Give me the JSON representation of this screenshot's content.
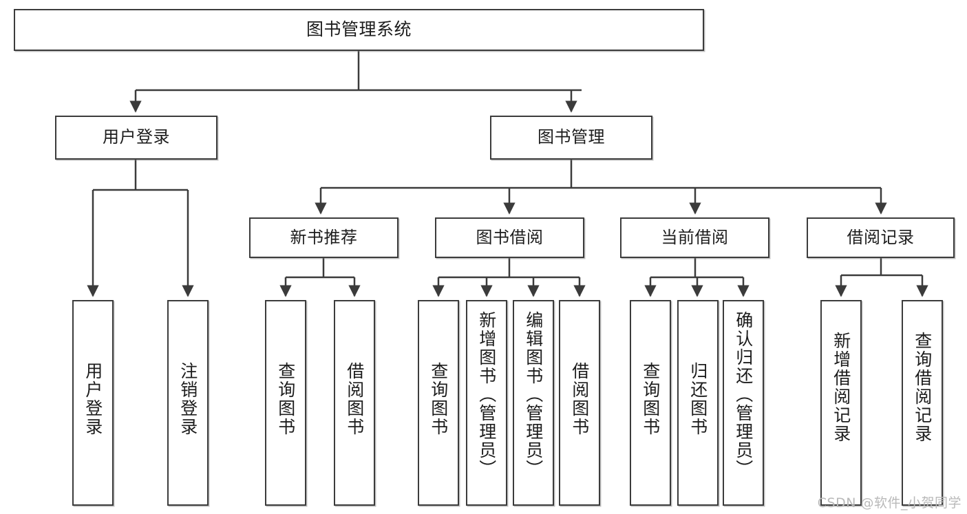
{
  "diagram": {
    "type": "tree-hierarchy",
    "title": "图书管理系统",
    "orientation": "top-down",
    "line_color": "#3b3b3b",
    "node_fill": "#ffffff",
    "text_color": "#1c1c1c",
    "watermark": "CSDN @软件_小贺同学",
    "levels": {
      "root": {
        "label": "图书管理系统"
      },
      "level2": [
        {
          "id": "user-login",
          "label": "用户登录"
        },
        {
          "id": "book-manage",
          "label": "图书管理"
        }
      ],
      "level3": [
        {
          "id": "new-book-recommend",
          "label": "新书推荐",
          "parent": "book-manage"
        },
        {
          "id": "book-borrow",
          "label": "图书借阅",
          "parent": "book-manage"
        },
        {
          "id": "current-borrow",
          "label": "当前借阅",
          "parent": "book-manage"
        },
        {
          "id": "borrow-record",
          "label": "借阅记录",
          "parent": "book-manage"
        }
      ],
      "leaves": [
        {
          "id": "leaf-user-login",
          "label": "用户登录",
          "parent": "user-login"
        },
        {
          "id": "leaf-user-logout",
          "label": "注销登录",
          "parent": "user-login"
        },
        {
          "id": "leaf-query-book-1",
          "label": "查询图书",
          "parent": "new-book-recommend"
        },
        {
          "id": "leaf-borrow-book-1",
          "label": "借阅图书",
          "parent": "new-book-recommend"
        },
        {
          "id": "leaf-query-book-2",
          "label": "查询图书",
          "parent": "book-borrow"
        },
        {
          "id": "leaf-add-book",
          "label": "新增图书（管理员）",
          "parent": "book-borrow"
        },
        {
          "id": "leaf-edit-book",
          "label": "编辑图书（管理员）",
          "parent": "book-borrow"
        },
        {
          "id": "leaf-borrow-book-2",
          "label": "借阅图书",
          "parent": "book-borrow"
        },
        {
          "id": "leaf-query-book-3",
          "label": "查询图书",
          "parent": "current-borrow"
        },
        {
          "id": "leaf-return-book",
          "label": "归还图书",
          "parent": "current-borrow"
        },
        {
          "id": "leaf-confirm-return",
          "label": "确认归还（管理员）",
          "parent": "current-borrow"
        },
        {
          "id": "leaf-add-record",
          "label": "新增借阅记录",
          "parent": "borrow-record"
        },
        {
          "id": "leaf-query-record",
          "label": "查询借阅记录",
          "parent": "borrow-record"
        }
      ]
    }
  }
}
